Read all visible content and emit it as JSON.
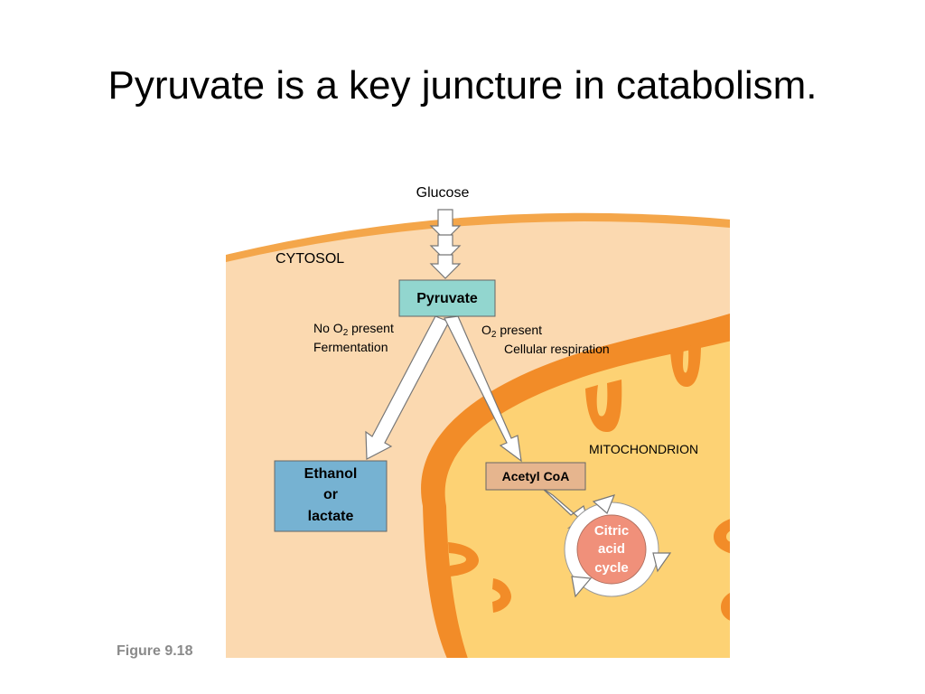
{
  "slide": {
    "title": "Pyruvate is a key juncture in catabolism.",
    "figure_caption": "Figure 9.18"
  },
  "diagram": {
    "glucose_label": "Glucose",
    "cytosol_label": "CYTOSOL",
    "pyruvate_label": "Pyruvate",
    "anaerobic_path": {
      "condition_prefix": "No O",
      "condition_subscript": "2",
      "condition_suffix": " present",
      "process": "Fermentation"
    },
    "aerobic_path": {
      "condition_prefix": "O",
      "condition_subscript": "2",
      "condition_suffix": " present",
      "process": "Cellular respiration"
    },
    "mitochondrion_label": "MITOCHONDRION",
    "ethanol_box": {
      "line1": "Ethanol",
      "line2": "or",
      "line3": "lactate"
    },
    "acetyl_coa_label": "Acetyl CoA",
    "citric_cycle": {
      "line1": "Citric",
      "line2": "acid",
      "line3": "cycle"
    },
    "colors": {
      "cytosol_fill": "#fbd9b0",
      "membrane_outer": "#f4a64a",
      "mito_outer": "#f28c28",
      "mito_matrix": "#fdd274",
      "pyruvate_box": "#92d6cf",
      "ethanol_box": "#76b2d2",
      "acetyl_box": "#e6b58e",
      "citric_circle": "#f0907a"
    }
  }
}
